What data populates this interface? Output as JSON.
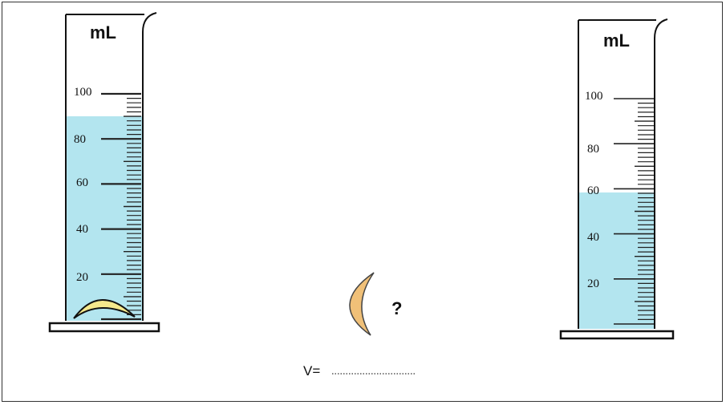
{
  "left_cylinder": {
    "unit": "mL",
    "labels": [
      "100",
      "80",
      "60",
      "40",
      "20"
    ],
    "liquid_color": "#b3e5ef",
    "object_color": "#f5e88c"
  },
  "right_cylinder": {
    "unit": "mL",
    "labels": [
      "100",
      "80",
      "60",
      "40",
      "20"
    ],
    "liquid_color": "#b3e5ef"
  },
  "middle": {
    "object_color": "#f0c078",
    "question": "?",
    "volume_label": "V="
  }
}
